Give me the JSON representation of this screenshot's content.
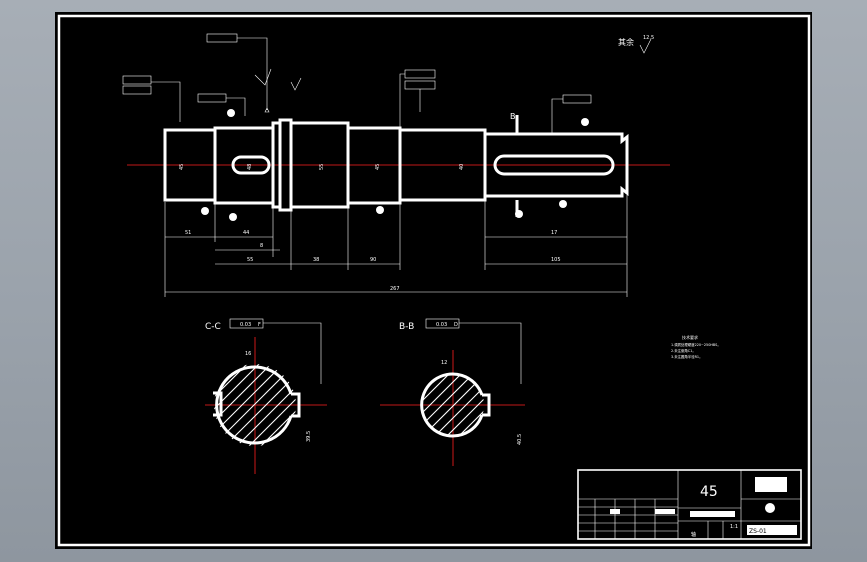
{
  "drawing": {
    "roughness_note": "其余",
    "roughness_value": "12.5",
    "section_c_label": "C-C",
    "section_b_label": "B-B",
    "section_b_mark": "B",
    "section_c_tol": "0.03",
    "section_c_datum": "F",
    "section_b_tol": "0.03",
    "section_b_datum": "D",
    "overall_length": "267",
    "dims": {
      "d1": "45",
      "d2": "48",
      "d3": "55",
      "d4": "45",
      "d5": "40",
      "l1": "51",
      "l2": "44",
      "l3": "55",
      "l4": "38",
      "l5": "90",
      "l6": "105",
      "l7": "17",
      "l8": "8",
      "c_keyway_width": "16",
      "c_keyway_dim": "39.5",
      "b_keyway_width": "12",
      "b_keyway_dim": "40.5"
    },
    "tech_requirements": {
      "title": "技术要求",
      "lines": [
        "1.调质处理硬度220~250HBS。",
        "2.未注倒角C1。",
        "3.未注圆角半径R1。"
      ]
    }
  },
  "title_block": {
    "material": "45",
    "scale": "1:1",
    "part_name": "轴",
    "drawing_no": "ZS-01"
  }
}
